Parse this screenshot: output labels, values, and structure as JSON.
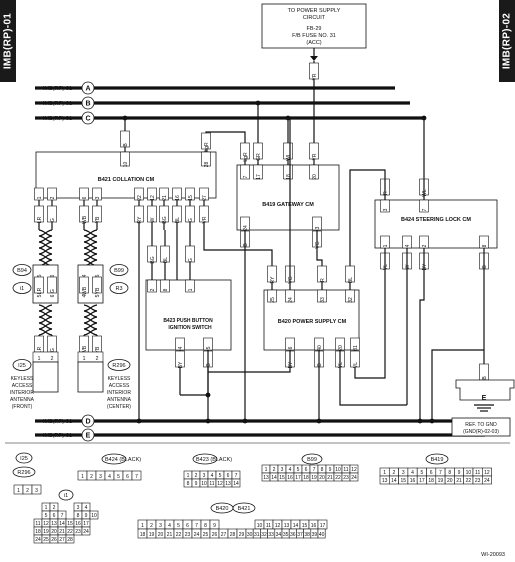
{
  "page": {
    "side_tab_left": "IMB(RP)-01",
    "side_tab_right": "IMB(RP)-02",
    "figure_id": "WI-20093"
  },
  "power_source": {
    "title_line1": "TO POWER SUPPLY",
    "title_line2": "CIRCUIT",
    "fuse_line1": "FB-29",
    "fuse_line2": "F/B FUSE NO. 31",
    "fuse_line3": "(ACC)",
    "wire_color": "YR"
  },
  "buses": [
    {
      "label": "IMB(RP)-01",
      "letter": "A"
    },
    {
      "label": "IMB(RP)-01",
      "letter": "B"
    },
    {
      "label": "IMB(RP)-01",
      "letter": "C"
    },
    {
      "label": "IMB(RP)-01",
      "letter": "D"
    },
    {
      "label": "IMB(RP)-01",
      "letter": "E"
    }
  ],
  "modules": {
    "collation": {
      "conn": "B421",
      "name": "COLLATION CM"
    },
    "gateway": {
      "conn": "B419",
      "name": "GATEWAY CM"
    },
    "steering": {
      "conn": "B424",
      "name": "STEERING LOCK CM"
    },
    "pushbutton": {
      "conn": "B423",
      "name_line1": "PUSH BUTTON",
      "name_line2": "IGNITION SWITCH"
    },
    "powersupply": {
      "conn": "B420",
      "name": "POWER SUPPLY CM"
    }
  },
  "antennas": {
    "front": {
      "conn": "I25",
      "lines": [
        "KEYLESS",
        "ACCESS",
        "INTERIOR",
        "ANTENNA",
        "(FRONT)"
      ]
    },
    "center": {
      "conn": "R296",
      "lines": [
        "KEYLESS",
        "ACCESS",
        "INTERIOR",
        "ANTENNA",
        "(CENTER)"
      ]
    }
  },
  "inline_connectors": {
    "front": {
      "a": "B94",
      "b": "i1"
    },
    "center": {
      "a": "B99",
      "b": "R3"
    }
  },
  "ground": {
    "letter": "E",
    "ref_line1": "REF. TO GND",
    "ref_line2": "(GND(R)-02-03)"
  },
  "pins": {
    "collation_top": [
      {
        "num": "10",
        "wire": "B"
      },
      {
        "num": "28",
        "wire": "LgR"
      }
    ],
    "collation_bottom": [
      {
        "num": "1",
        "wire": "LR"
      },
      {
        "num": "2",
        "wire": "G"
      },
      {
        "num": "6",
        "wire": "WB"
      },
      {
        "num": "3",
        "wire": "YB"
      },
      {
        "num": "22",
        "wire": "RY"
      },
      {
        "num": "12",
        "wire": "W"
      },
      {
        "num": "21",
        "wire": "BG"
      },
      {
        "num": "16",
        "wire": "BL"
      },
      {
        "num": "15",
        "wire": "G"
      },
      {
        "num": "27",
        "wire": "VR"
      }
    ],
    "gateway_top": [
      {
        "num": "7",
        "wire": "LgR"
      },
      {
        "num": "17",
        "wire": "GR"
      },
      {
        "num": "18",
        "wire": "WL"
      },
      {
        "num": "20",
        "wire": "YR"
      }
    ],
    "gateway_bottom": [
      {
        "num": "24",
        "wire": "B"
      },
      {
        "num": "3",
        "wire": "VG"
      }
    ],
    "steering_top": [
      {
        "num": "3",
        "wire": "R"
      },
      {
        "num": "7",
        "wire": "WL"
      }
    ],
    "steering_bottom": [
      {
        "num": "1",
        "wire": "VL"
      },
      {
        "num": "4",
        "wire": "W"
      },
      {
        "num": "2",
        "wire": "BY"
      },
      {
        "num": "8",
        "wire": "B"
      }
    ],
    "pushbutton_top": [
      {
        "num": "2",
        "wire": "BG"
      },
      {
        "num": "8",
        "wire": "BL"
      },
      {
        "num": "1",
        "wire": "G"
      }
    ],
    "pushbutton_bottom": [
      {
        "num": "4",
        "wire": "BY"
      },
      {
        "num": "5",
        "wire": "B"
      }
    ],
    "powersupply_top": [
      {
        "num": "25",
        "wire": "RY"
      },
      {
        "num": "24",
        "wire": "VG"
      },
      {
        "num": "33",
        "wire": "R"
      },
      {
        "num": "32",
        "wire": "BL"
      }
    ],
    "powersupply_bottom": [
      {
        "num": "6",
        "wire": "BY"
      },
      {
        "num": "40",
        "wire": "B"
      },
      {
        "num": "20",
        "wire": "VL"
      },
      {
        "num": "31",
        "wire": "VL"
      }
    ],
    "front_inline": [
      {
        "num": "5",
        "wire": "LR"
      },
      {
        "num": "6",
        "wire": "G"
      }
    ],
    "center_inline": [
      {
        "num": "4",
        "wire": "WB"
      },
      {
        "num": "5",
        "wire": "YB"
      }
    ],
    "i25_pins": [
      "1",
      "2"
    ],
    "r296_pins": [
      "1",
      "2"
    ],
    "ground_wire": "B"
  },
  "connector_views": {
    "i25_r296": {
      "title_a": "I25",
      "title_b": "R296",
      "pins": [
        "1",
        "2",
        "3"
      ]
    },
    "b424": {
      "title": "B424",
      "color": "(BLACK)",
      "pins": [
        "1",
        "2",
        "3",
        "4",
        "5",
        "6",
        "7"
      ]
    },
    "b423": {
      "title": "B423",
      "color": "(BLACK)",
      "pins": [
        "1",
        "2",
        "3",
        "4",
        "5",
        "6",
        "7",
        "8",
        "9",
        "10",
        "11",
        "12",
        "13",
        "14"
      ]
    },
    "b99": {
      "title": "B99",
      "pins": [
        "1",
        "2",
        "3",
        "4",
        "5",
        "6",
        "7",
        "8",
        "9",
        "10",
        "11",
        "12",
        "13",
        "14",
        "15",
        "16",
        "17",
        "18",
        "19",
        "20",
        "21",
        "22",
        "23",
        "24"
      ]
    },
    "b419": {
      "title": "B419",
      "pins": [
        "1",
        "2",
        "3",
        "4",
        "5",
        "6",
        "7",
        "8",
        "9",
        "10",
        "11",
        "12",
        "13",
        "14",
        "15",
        "16",
        "17",
        "18",
        "19",
        "20",
        "21",
        "22",
        "23",
        "24"
      ]
    },
    "i1": {
      "title": "i1",
      "pins": [
        "1",
        "2",
        "3",
        "4",
        "5",
        "6",
        "7",
        "8",
        "9",
        "10",
        "11",
        "12",
        "13",
        "14",
        "15",
        "16",
        "17",
        "18",
        "19",
        "20",
        "21",
        "22",
        "23",
        "24",
        "25",
        "26",
        "27",
        "28"
      ]
    },
    "b420": {
      "title": "B420",
      "pins": [
        "1",
        "2",
        "3",
        "4",
        "5",
        "6",
        "7",
        "8",
        "9",
        "10",
        "11",
        "12",
        "13",
        "14",
        "15",
        "16",
        "17",
        "18",
        "19",
        "20",
        "21",
        "22",
        "23",
        "24",
        "25",
        "26",
        "27",
        "28",
        "29",
        "30",
        "31",
        "32",
        "33",
        "34",
        "35",
        "36",
        "37",
        "38",
        "39",
        "40"
      ]
    },
    "b421": {
      "title": "B421",
      "pins": [
        "1",
        "2",
        "3",
        "4",
        "5",
        "6",
        "7",
        "8",
        "9",
        "10",
        "11",
        "12",
        "13",
        "14",
        "15",
        "16",
        "17",
        "18",
        "19",
        "20",
        "21",
        "22",
        "23",
        "24",
        "25",
        "26",
        "27",
        "28",
        "29",
        "30",
        "31",
        "32"
      ]
    }
  }
}
